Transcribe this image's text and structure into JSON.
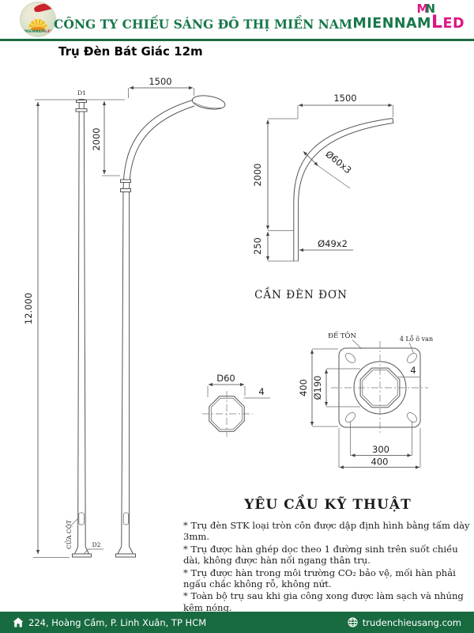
{
  "header": {
    "company_name": "CÔNG TY CHIẾU SÁNG ĐÔ THỊ MIỀN NAM",
    "badge": {
      "text_green": "MIENNAM",
      "text_red": "LED"
    },
    "brand": {
      "monogram_m": "M",
      "monogram_n": "N",
      "word_green": "MIENNAM",
      "word_l": "L",
      "word_ed": "ED"
    }
  },
  "title": "Trụ Đèn Bát Giác 12m",
  "pole_view": {
    "height": "12.000",
    "arm_reach": "1500",
    "arm_rise": "2000",
    "top_joint": "D1",
    "base_joint": "D2",
    "door": "CỬA CỘT"
  },
  "arm_detail": {
    "caption": "CẦN ĐÈN ĐƠN",
    "reach": "1500",
    "rise": "2000",
    "socket_depth": "250",
    "tube": "Ø60x3",
    "socket_tube": "Ø49x2"
  },
  "section_detail": {
    "width": "D60",
    "thickness": "4"
  },
  "base_plate": {
    "caption": "ĐẾ TÔN",
    "holes": "4 Lỗ ô van",
    "thickness": "4",
    "height": "400",
    "circle": "Ø190",
    "bolt_spacing": "300",
    "width": "400"
  },
  "requirements": {
    "title": "YÊU CẦU KỸ THUẬT",
    "items": [
      "*  Trụ đèn STK loại tròn côn được dập định hình bằng tấm dày 3mm.",
      "* Trụ được hàn ghép dọc theo 1 đường sinh trên suốt chiều dài, không được hàn nối ngang thân trụ.",
      "* Trụ được hàn trong môi trường CO₂ bảo vệ, mối hàn phải ngấu chắc không rỗ, không nứt.",
      "*  Toàn bộ trụ sau khi gia công xong được làm sạch và nhúng kẽm nóng."
    ]
  },
  "footer": {
    "address": "224, Hoàng Cầm, P. Linh Xuân, TP HCM",
    "website": "trudenchieusang.com"
  },
  "colors": {
    "brand_green": "#187749",
    "brand_magenta": "#dd1583",
    "rule_green": "#1a6b41",
    "footer_green": "#186a40"
  }
}
